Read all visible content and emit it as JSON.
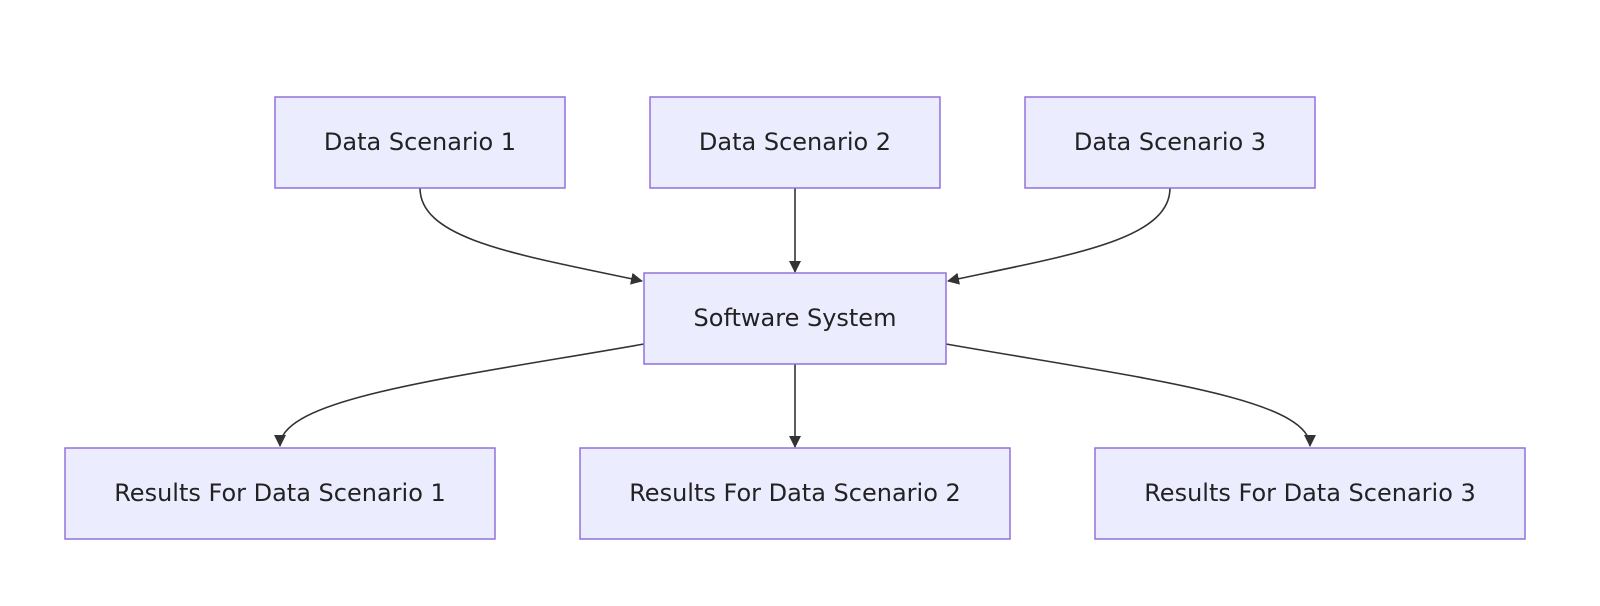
{
  "diagram": {
    "nodes": {
      "scenario1": "Data Scenario 1",
      "scenario2": "Data Scenario 2",
      "scenario3": "Data Scenario 3",
      "system": "Software System",
      "results1": "Results For Data Scenario 1",
      "results2": "Results For Data Scenario 2",
      "results3": "Results For Data Scenario 3"
    },
    "edges": [
      {
        "from": "scenario1",
        "to": "system"
      },
      {
        "from": "scenario2",
        "to": "system"
      },
      {
        "from": "scenario3",
        "to": "system"
      },
      {
        "from": "system",
        "to": "results1"
      },
      {
        "from": "system",
        "to": "results2"
      },
      {
        "from": "system",
        "to": "results3"
      }
    ],
    "colors": {
      "node_fill": "#ececff",
      "node_border": "#9370db",
      "edge": "#333333",
      "text": "#222222"
    }
  }
}
